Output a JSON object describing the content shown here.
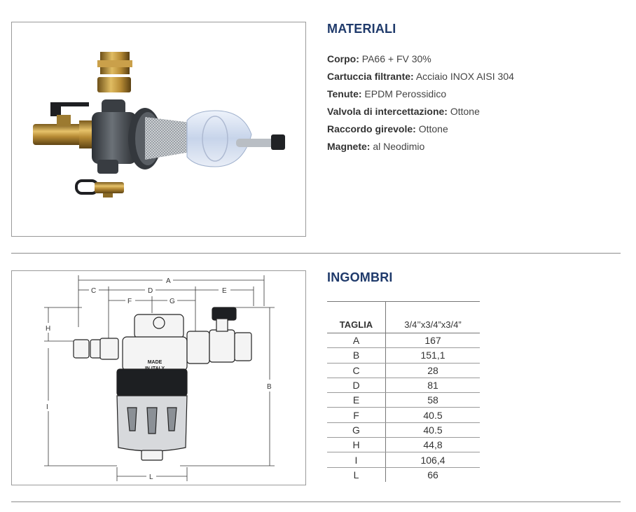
{
  "materials": {
    "heading": "MATERIALI",
    "items": [
      {
        "label": "Corpo:",
        "value": "PA66 + FV 30%"
      },
      {
        "label": "Cartuccia filtrante:",
        "value": "Acciaio INOX AISI 304"
      },
      {
        "label": "Tenute:",
        "value": "EPDM Perossidico"
      },
      {
        "label": "Valvola di intercettazione:",
        "value": "Ottone"
      },
      {
        "label": "Raccordo girevole:",
        "value": "Ottone"
      },
      {
        "label": "Magnete:",
        "value": "al Neodimio"
      }
    ]
  },
  "dimensions": {
    "heading": "INGOMBRI",
    "header_label": "TAGLIA",
    "header_size": "3/4’’x3/4”x3/4”",
    "rows": [
      {
        "key": "A",
        "value": "167"
      },
      {
        "key": "B",
        "value": "151,1"
      },
      {
        "key": "C",
        "value": "28"
      },
      {
        "key": "D",
        "value": "81"
      },
      {
        "key": "E",
        "value": "58"
      },
      {
        "key": "F",
        "value": "40.5"
      },
      {
        "key": "G",
        "value": "40.5"
      },
      {
        "key": "H",
        "value": "44,8"
      },
      {
        "key": "I",
        "value": "106,4"
      },
      {
        "key": "L",
        "value": "66"
      }
    ]
  },
  "drawing": {
    "labels": {
      "A": "A",
      "B": "B",
      "C": "C",
      "D": "D",
      "E": "E",
      "F": "F",
      "G": "G",
      "H": "H",
      "I": "I",
      "L": "L"
    },
    "stamp_line1": "MADE",
    "stamp_line2": "IN ITALY"
  },
  "colors": {
    "heading": "#1f3a6b",
    "brass": "#c89a3c",
    "body": "#4a4f55"
  }
}
